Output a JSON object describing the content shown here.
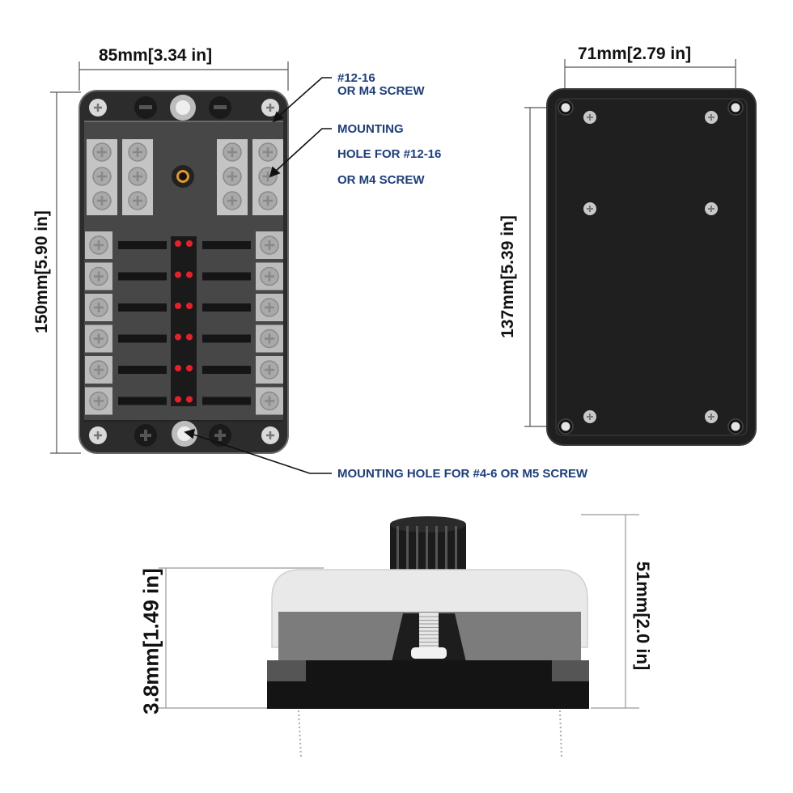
{
  "figure": {
    "subject": "12-way blade fuse box with LED indicators — dimension drawing",
    "colors": {
      "annotation_text": "#1c3d82",
      "dimension_text": "#111111",
      "housing_dark": "#2a2a2a",
      "housing_gray": "#4a4a4a",
      "terminal_metal": "#bdbdbd",
      "led_red": "#e8202a",
      "base_plate": "#1f1f1f"
    }
  },
  "top_view": {
    "width_dimension": "85mm[3.34 in]",
    "height_dimension": "150mm[5.90 in]",
    "fuse_rows": 6,
    "fuses_per_row": 2,
    "leds_per_row": 2,
    "callouts": {
      "corner_screw": {
        "line1": "#12-16",
        "line2": "OR M4 SCREW"
      },
      "bus_terminal": {
        "line1": "MOUNTING",
        "line2": "HOLE FOR #12-16",
        "line3": "OR M4 SCREW"
      },
      "center_stud": {
        "text": "MOUNTING HOLE FOR #4-6 OR M5 SCREW"
      }
    }
  },
  "bottom_view": {
    "width_dimension": "71mm[2.79 in]",
    "height_dimension": "137mm[5.39 in]"
  },
  "side_view": {
    "body_height_dimension": "3.8mm[1.49 in]",
    "total_height_dimension": "51mm[2.0 in]"
  }
}
